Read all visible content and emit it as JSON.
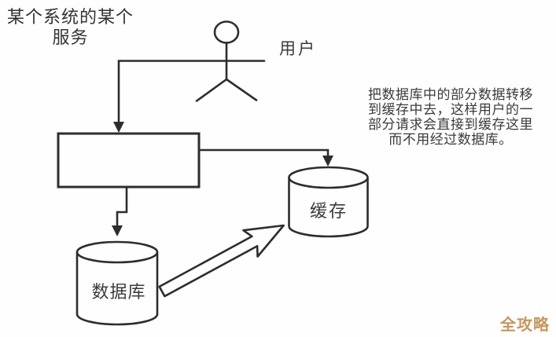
{
  "page": {
    "background_color": "#fefefe",
    "stroke_color": "#2d2d2d"
  },
  "actor": {
    "label": "用户"
  },
  "service": {
    "label": "某个系统的某个服务",
    "lines": [
      "某个系统的某个",
      "服务"
    ]
  },
  "cache": {
    "label": "缓存"
  },
  "database": {
    "label": "数据库"
  },
  "annotation": {
    "text": "把数据库中的部分数据转移到缓存中去，这样用户的一部分请求会直接到缓存这里而不用经过数据库。",
    "lines": [
      "把数据库中的部分数据转移",
      "到缓存中去，这样用户的一",
      "部分请求会直接到缓存这里",
      "而不用经过数据库。"
    ]
  },
  "watermark": {
    "label": "全攻略",
    "color": "#c4975f"
  }
}
